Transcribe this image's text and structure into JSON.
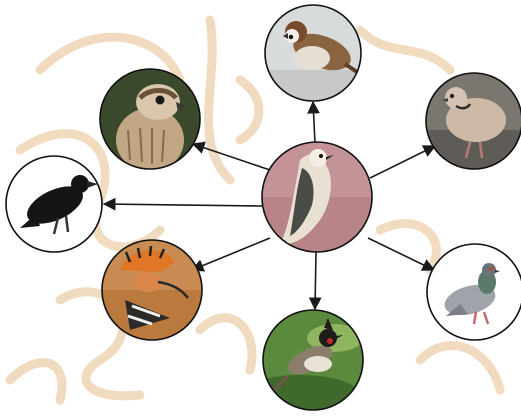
{
  "diagram": {
    "type": "radial-bird-diagram",
    "center": {
      "name": "wagtail",
      "icon": "wagtail-photo"
    },
    "nodes": [
      {
        "name": "sparrow",
        "icon": "sparrow-photo"
      },
      {
        "name": "dove",
        "icon": "collared-dove-photo"
      },
      {
        "name": "pigeon",
        "icon": "pigeon-photo"
      },
      {
        "name": "bulbul",
        "icon": "bulbul-photo"
      },
      {
        "name": "hoopoe",
        "icon": "hoopoe-photo"
      },
      {
        "name": "crow",
        "icon": "crow-photo"
      },
      {
        "name": "falcon",
        "icon": "falcon-photo"
      }
    ],
    "colors": {
      "arrow": "#1a1a1a",
      "watermark": "#e8c79c",
      "circle_border": "#111111"
    }
  }
}
